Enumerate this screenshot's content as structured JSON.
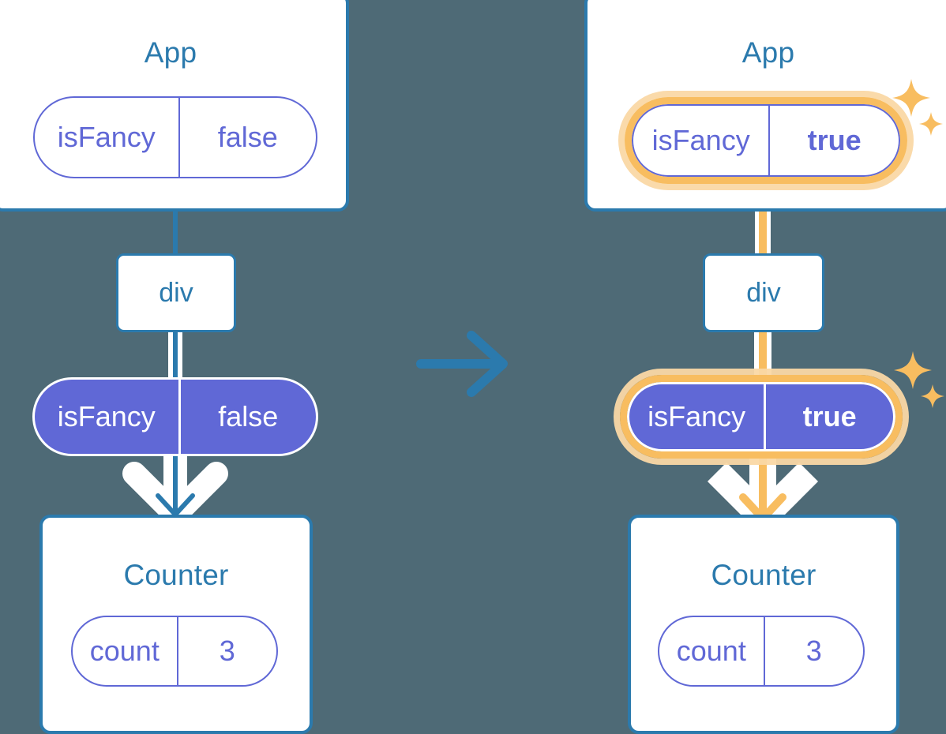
{
  "diagram": {
    "title": "React state propagation: isFancy false to true",
    "type": "react-component-tree-before-after",
    "background_color": "#4e6a76",
    "accent_blue": "#2b7aad",
    "accent_purple": "#6068d6",
    "highlight_orange": "#f8bd60",
    "highlight_orange_glow": "#fad8a5",
    "transition_icon": "right-arrow-icon"
  },
  "panels": [
    {
      "id": "before",
      "app": {
        "title": "App",
        "state": {
          "name": "isFancy",
          "value": "false",
          "bold_value": false,
          "highlighted": false
        }
      },
      "div": {
        "label": "div"
      },
      "prop": {
        "name": "isFancy",
        "value": "false",
        "bold_value": false,
        "highlighted": false
      },
      "counter": {
        "title": "Counter",
        "state": {
          "name": "count",
          "value": "3",
          "bold_value": false,
          "highlighted": false
        }
      }
    },
    {
      "id": "after",
      "app": {
        "title": "App",
        "state": {
          "name": "isFancy",
          "value": "true",
          "bold_value": true,
          "highlighted": true
        }
      },
      "div": {
        "label": "div"
      },
      "prop": {
        "name": "isFancy",
        "value": "true",
        "bold_value": true,
        "highlighted": true
      },
      "counter": {
        "title": "Counter",
        "state": {
          "name": "count",
          "value": "3",
          "bold_value": false,
          "highlighted": false
        }
      }
    }
  ],
  "sparkles": [
    {
      "near": "after-app-state",
      "count": 2
    },
    {
      "near": "after-prop-pill",
      "count": 2
    }
  ]
}
